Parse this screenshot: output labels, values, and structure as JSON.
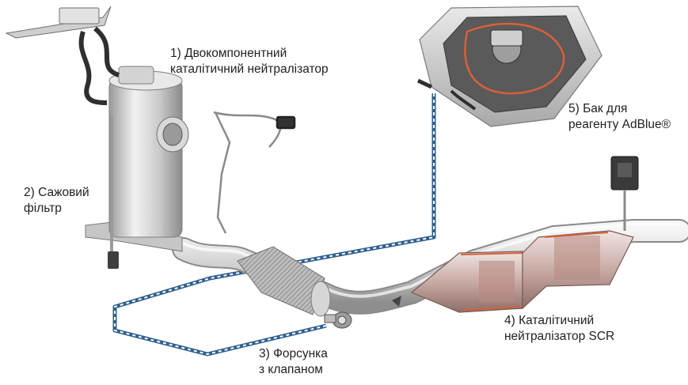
{
  "labels": {
    "l1": {
      "line1": "1) Двокомпонентний",
      "line2": "каталітичний нейтралізатор"
    },
    "l2": {
      "line1": "2) Сажовий",
      "line2": "фільтр"
    },
    "l3": {
      "line1": "3) Форсунка",
      "line2": "з клапаном"
    },
    "l4": {
      "line1": "4) Каталітичний",
      "line2": "нейтралізатор SCR"
    },
    "l5": {
      "line1": "5) Бак для",
      "line2": "реагенту AdBlue®"
    }
  },
  "colors": {
    "metal_light": "#e6e6e6",
    "metal_mid": "#b9b9b9",
    "metal_dark": "#7d7d7d",
    "adblue_line": "#2f5f8f",
    "tank_interior": "#5a5a5a",
    "highlight_orange": "#d8603a"
  }
}
